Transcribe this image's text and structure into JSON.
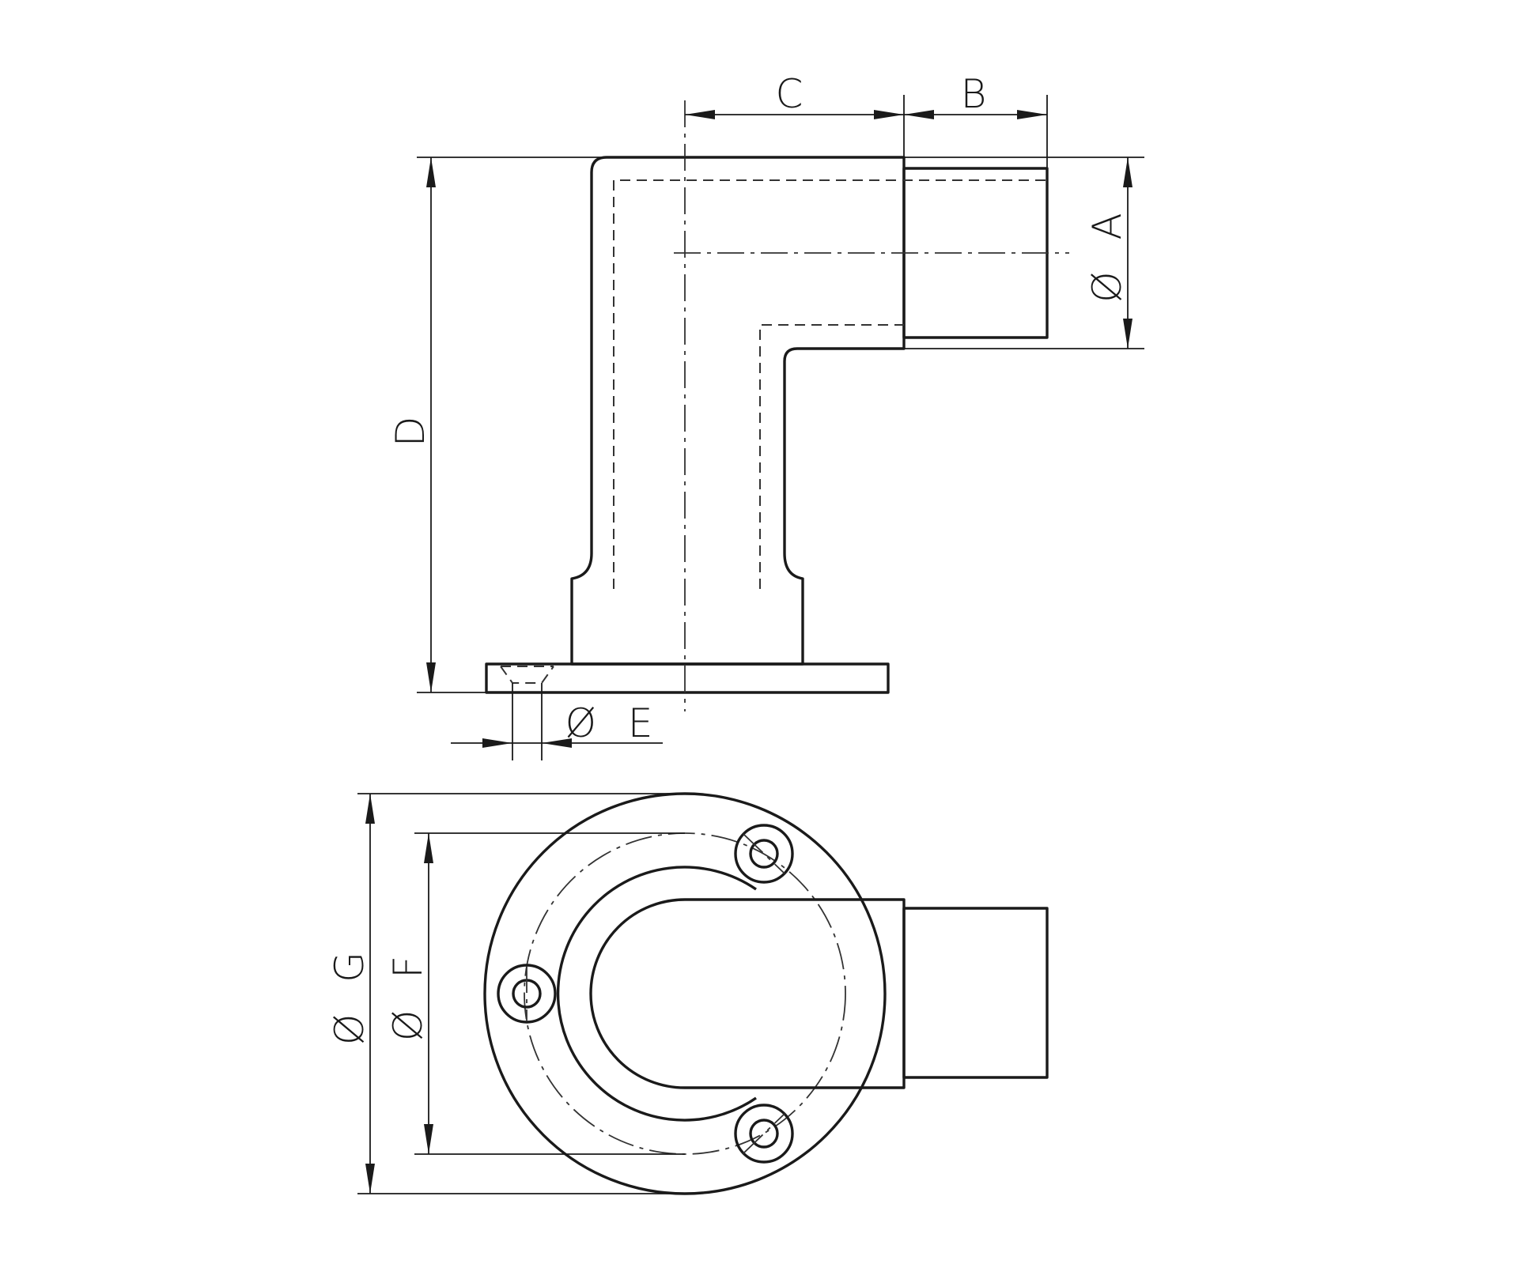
{
  "colors": {
    "line": "#1a1a1a",
    "background": "#ffffff"
  },
  "labels": {
    "dim_a": "Ø A",
    "dim_b": "B",
    "dim_c": "C",
    "dim_d": "D",
    "dim_e": "Ø E",
    "dim_f": "Ø F",
    "dim_g": "Ø G"
  }
}
